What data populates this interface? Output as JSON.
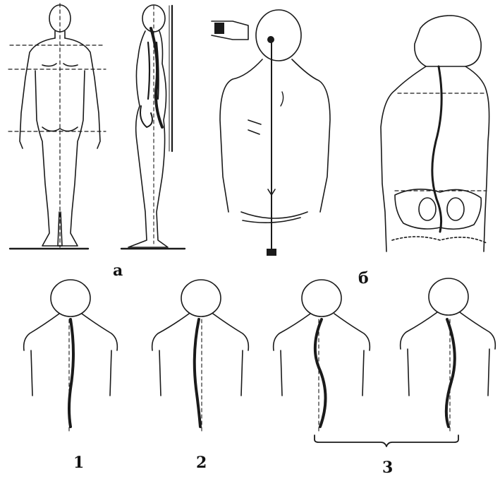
{
  "labels": {
    "panel_a": "а",
    "panel_b": "б",
    "type_1": "1",
    "type_2": "2",
    "type_3": "3"
  },
  "colors": {
    "ink": "#1a1a1a",
    "background": "#ffffff"
  }
}
